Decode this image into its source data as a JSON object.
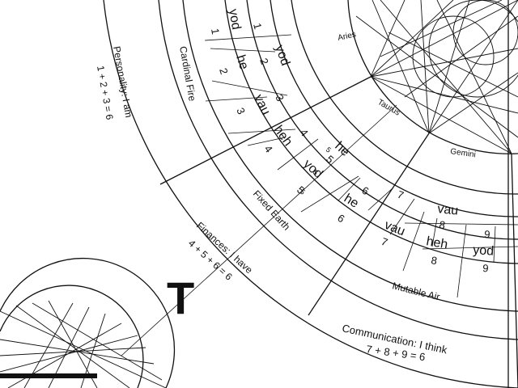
{
  "signs": {
    "aries": "Aries",
    "taurus": "Taurus",
    "gemini": "Gemini"
  },
  "sections": {
    "cardinal_fire": "Cardinal Fire",
    "fixed_earth": "Fixed Earth",
    "mutable_air": "Mutable Air"
  },
  "houses": {
    "personality": {
      "label": "Personality: I am",
      "sum": "1 + 2 + 3 = 6"
    },
    "finances": {
      "label": "Finances: I have",
      "sum": "4 + 5 + 6 = 6"
    },
    "communication": {
      "label": "Communication: I think",
      "sum": "7 + 8 + 9 = 6"
    }
  },
  "letters": {
    "yod": "yod",
    "he": "he",
    "vau": "vau",
    "heh": "heh"
  },
  "numbers": [
    "1",
    "2",
    "3",
    "4",
    "5",
    "6",
    "7",
    "8",
    "9"
  ],
  "glyph": "T"
}
